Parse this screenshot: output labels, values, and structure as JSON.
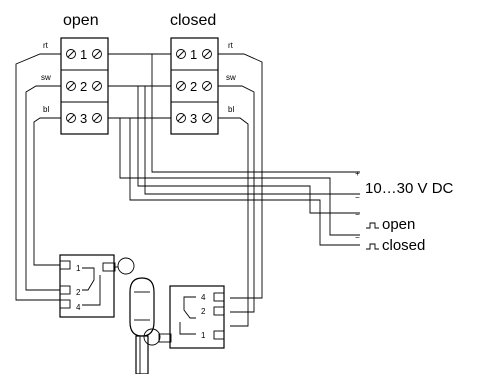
{
  "headers": {
    "open": "open",
    "closed": "closed"
  },
  "terminal_block_open": {
    "wire_colors": [
      "rt",
      "sw",
      "bl"
    ],
    "terminals": [
      "1",
      "2",
      "3"
    ]
  },
  "terminal_block_closed": {
    "wire_colors": [
      "rt",
      "sw",
      "bl"
    ],
    "terminals": [
      "1",
      "2",
      "3"
    ]
  },
  "outputs": {
    "supply_plus": "+",
    "supply_minus": "−",
    "supply_label": "10…30 V DC",
    "open_minus": "−",
    "open_label": "open",
    "closed_minus": "−",
    "closed_label": "closed"
  },
  "switch_left": {
    "pins": [
      "1",
      "2",
      "4"
    ]
  },
  "switch_right": {
    "pins": [
      "4",
      "2",
      "1"
    ]
  }
}
